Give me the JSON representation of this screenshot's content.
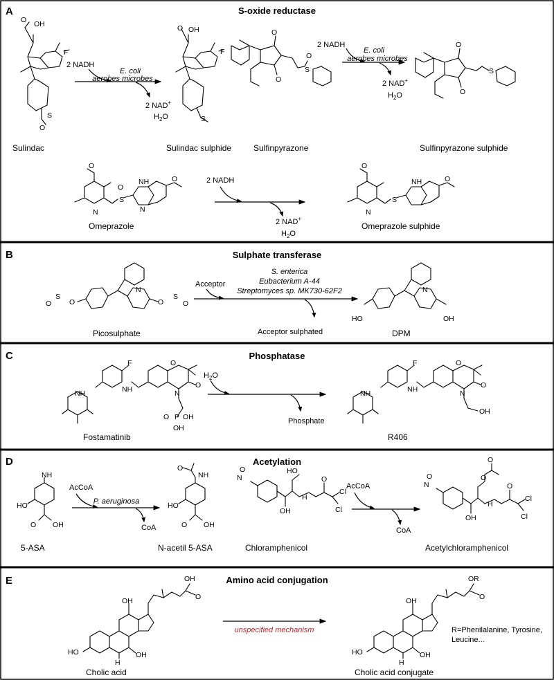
{
  "panels": [
    {
      "letter": "A",
      "title": "S-oxide reductase"
    },
    {
      "letter": "B",
      "title": "Sulphate transferase"
    },
    {
      "letter": "C",
      "title": "Phosphatase"
    },
    {
      "letter": "D",
      "title": "Acetylation"
    },
    {
      "letter": "E",
      "title": "Amino acid conjugation"
    }
  ],
  "compounds": {
    "sulindac": "Sulindac",
    "sulindac_sulphide": "Sulindac sulphide",
    "sulfinpyrazone": "Sulfinpyrazone",
    "sulfinpyrazone_sulphide": "Sulfinpyrazone sulphide",
    "omeprazole": "Omeprazole",
    "omeprazole_sulphide": "Omeprazole sulphide",
    "picosulphate": "Picosulphate",
    "dpm": "DPM",
    "fostamatinib": "Fostamatinib",
    "r406": "R406",
    "asa": "5-ASA",
    "n_acetil_asa": "N-acetil 5-ASA",
    "chloramphenicol": "Chloramphenicol",
    "acetylchloramphenicol": "Acetylchloramphenicol",
    "cholic_acid": "Cholic acid",
    "cholic_acid_conjugate": "Cholic acid conjugate"
  },
  "conditions": {
    "nadh": "2 NADH",
    "nad": "2 NAD",
    "nad_sup": "+",
    "h2o": "H",
    "h2o_sub": "2",
    "h2o_tail": "O",
    "ecoli": "E. coli",
    "aerobes": "aerobes microbes",
    "acceptor": "Acceptor",
    "s_enterica": "S. enterica",
    "eubacterium": "Eubacterium A-44",
    "streptomyces": "Streptomyces sp. MK730-62F2",
    "acceptor_sulphated": "Acceptor sulphated",
    "phosphate": "Phosphate",
    "acoa": "AcCoA",
    "coa": "CoA",
    "p_aeruginosa": "P. aeruginosa",
    "unspecified": "unspecified mechanism",
    "r_def_1": "R=Phenilalanine, Tyrosine,",
    "r_def_2": "Leucine..."
  },
  "atoms": {
    "O": "O",
    "OH": "OH",
    "HO": "HO",
    "S": "S",
    "F": "F",
    "N": "N",
    "NH": "NH",
    "H": "H",
    "Cl": "Cl",
    "OR": "OR",
    "H2N": "NH",
    "two": "2",
    "minus": "-",
    "plus": "+",
    "P": "P",
    "Me": "O",
    "NO2": "N",
    "NO2_O": "O",
    "Hsym": "H",
    "oxo": "O"
  },
  "colors": {
    "unspecified": "#c0262d",
    "divider": "#000000"
  }
}
